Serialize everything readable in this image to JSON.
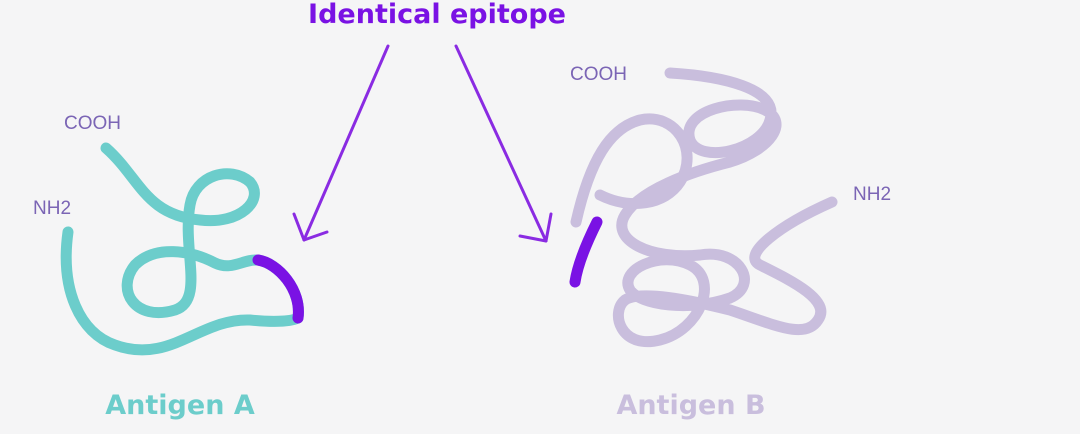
{
  "title": "Identical epitope",
  "antigen_a": {
    "label": "Antigen A",
    "cterm": "COOH",
    "nterm": "NH2"
  },
  "antigen_b": {
    "label": "Antigen B",
    "cterm": "COOH",
    "nterm": "NH2"
  },
  "colors": {
    "background": "#f5f5f6",
    "antigen_a": "#6ccdcb",
    "antigen_b": "#c9bedd",
    "epitope": "#7a12e4",
    "title": "#7a12e4",
    "terminal_label": "#7b65b5",
    "arrow": "#8a2be2"
  }
}
